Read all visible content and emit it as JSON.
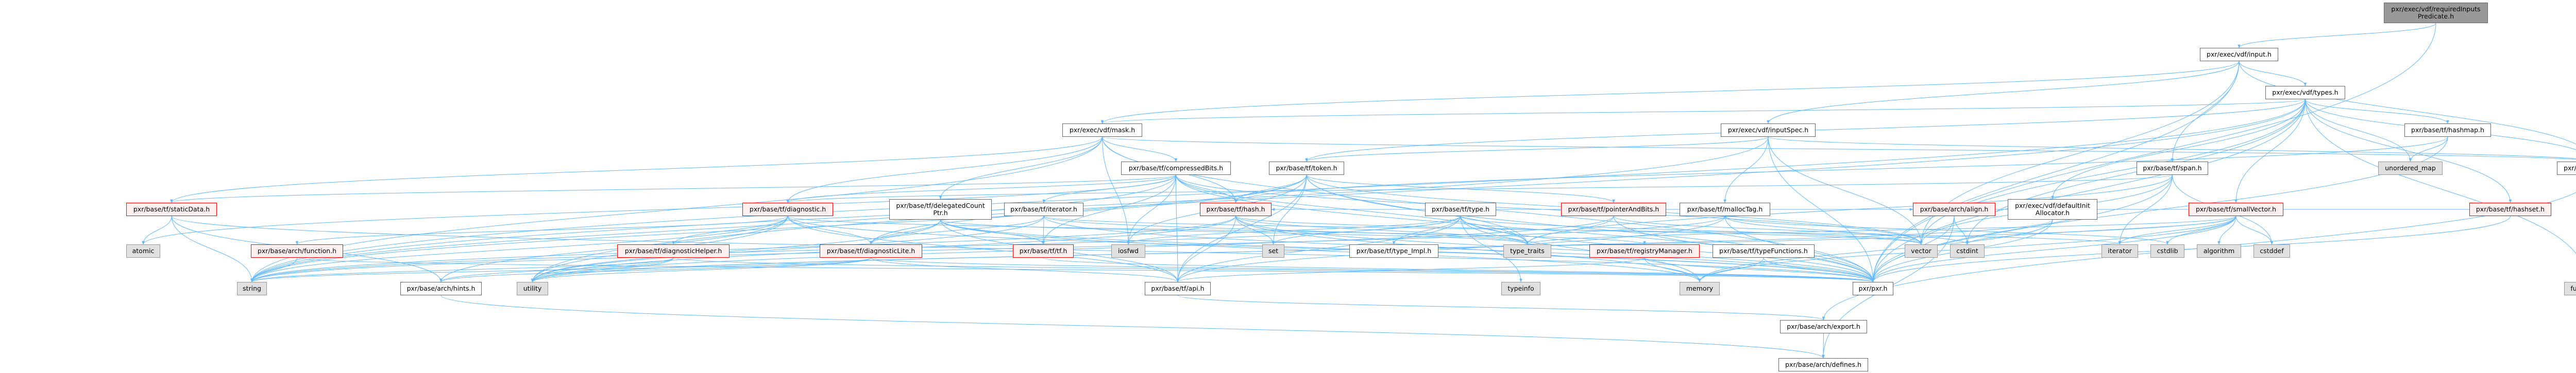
{
  "title": "pxr/exec/vdf/requiredInputsPredicate.h",
  "colors": {
    "edge": "#63b8ff",
    "project_border": "#666666",
    "incomplete_border": "#ff0000",
    "incomplete_fill": "#fff0f0",
    "system_fill": "#e0e0e0",
    "root_fill": "#999999"
  },
  "nodes": [
    {
      "id": "rip",
      "label": "pxr/exec/vdf/requiredInputs\nPredicate.h",
      "kind": "root"
    },
    {
      "id": "input",
      "label": "pxr/exec/vdf/input.h",
      "kind": "plain"
    },
    {
      "id": "types",
      "label": "pxr/exec/vdf/types.h",
      "kind": "plain"
    },
    {
      "id": "mask",
      "label": "pxr/exec/vdf/mask.h",
      "kind": "plain"
    },
    {
      "id": "inputSpec",
      "label": "pxr/exec/vdf/inputSpec.h",
      "kind": "plain"
    },
    {
      "id": "hashmap",
      "label": "pxr/base/tf/hashmap.h",
      "kind": "plain"
    },
    {
      "id": "compressedBits",
      "label": "pxr/base/tf/compressedBits.h",
      "kind": "plain"
    },
    {
      "id": "token",
      "label": "pxr/base/tf/token.h",
      "kind": "plain"
    },
    {
      "id": "span",
      "label": "pxr/base/tf/span.h",
      "kind": "plain"
    },
    {
      "id": "unordered_map",
      "label": "unordered_map",
      "kind": "sys"
    },
    {
      "id": "vdfapi",
      "label": "pxr/exec/vdf/api.h",
      "kind": "plain"
    },
    {
      "id": "staticData",
      "label": "pxr/base/tf/staticData.h",
      "kind": "red"
    },
    {
      "id": "diagnostic",
      "label": "pxr/base/tf/diagnostic.h",
      "kind": "red"
    },
    {
      "id": "delegatedCountPtr",
      "label": "pxr/base/tf/delegatedCount\nPtr.h",
      "kind": "plain"
    },
    {
      "id": "tfiterator",
      "label": "pxr/base/tf/iterator.h",
      "kind": "plain"
    },
    {
      "id": "hash",
      "label": "pxr/base/tf/hash.h",
      "kind": "red"
    },
    {
      "id": "type",
      "label": "pxr/base/tf/type.h",
      "kind": "plain"
    },
    {
      "id": "pointerAndBits",
      "label": "pxr/base/tf/pointerAndBits.h",
      "kind": "red"
    },
    {
      "id": "mallocTag",
      "label": "pxr/base/tf/mallocTag.h",
      "kind": "plain"
    },
    {
      "id": "align",
      "label": "pxr/base/arch/align.h",
      "kind": "red"
    },
    {
      "id": "defaultInit",
      "label": "pxr/exec/vdf/defaultInit\nAllocator.h",
      "kind": "plain"
    },
    {
      "id": "smallVector",
      "label": "pxr/base/tf/smallVector.h",
      "kind": "red"
    },
    {
      "id": "hashset",
      "label": "pxr/base/tf/hashset.h",
      "kind": "red"
    },
    {
      "id": "atomic",
      "label": "atomic",
      "kind": "sys"
    },
    {
      "id": "function",
      "label": "pxr/base/arch/function.h",
      "kind": "red"
    },
    {
      "id": "diagnosticHelper",
      "label": "pxr/base/tf/diagnosticHelper.h",
      "kind": "red"
    },
    {
      "id": "diagnosticLite",
      "label": "pxr/base/tf/diagnosticLite.h",
      "kind": "red"
    },
    {
      "id": "tf",
      "label": "pxr/base/tf/tf.h",
      "kind": "red"
    },
    {
      "id": "iosfwd",
      "label": "iosfwd",
      "kind": "sys"
    },
    {
      "id": "set",
      "label": "set",
      "kind": "sys"
    },
    {
      "id": "typeImpl",
      "label": "pxr/base/tf/type_Impl.h",
      "kind": "plain"
    },
    {
      "id": "type_traits",
      "label": "type_traits",
      "kind": "sys"
    },
    {
      "id": "registryManager",
      "label": "pxr/base/tf/registryManager.h",
      "kind": "red"
    },
    {
      "id": "typeFunctions",
      "label": "pxr/base/tf/typeFunctions.h",
      "kind": "plain"
    },
    {
      "id": "vector",
      "label": "vector",
      "kind": "sys"
    },
    {
      "id": "cstdint",
      "label": "cstdint",
      "kind": "sys"
    },
    {
      "id": "iterator",
      "label": "iterator",
      "kind": "sys"
    },
    {
      "id": "cstdlib",
      "label": "cstdlib",
      "kind": "sys"
    },
    {
      "id": "algorithm",
      "label": "algorithm",
      "kind": "sys"
    },
    {
      "id": "cstddef",
      "label": "cstddef",
      "kind": "sys"
    },
    {
      "id": "string",
      "label": "string",
      "kind": "sys"
    },
    {
      "id": "hints",
      "label": "pxr/base/arch/hints.h",
      "kind": "plain"
    },
    {
      "id": "utility",
      "label": "utility",
      "kind": "sys"
    },
    {
      "id": "tfapi",
      "label": "pxr/base/tf/api.h",
      "kind": "plain"
    },
    {
      "id": "typeinfo",
      "label": "typeinfo",
      "kind": "sys"
    },
    {
      "id": "memory",
      "label": "memory",
      "kind": "sys"
    },
    {
      "id": "pxr",
      "label": "pxr/pxr.h",
      "kind": "plain"
    },
    {
      "id": "functional",
      "label": "functional",
      "kind": "sys"
    },
    {
      "id": "export",
      "label": "pxr/base/arch/export.h",
      "kind": "plain"
    },
    {
      "id": "defines",
      "label": "pxr/base/arch/defines.h",
      "kind": "plain"
    }
  ],
  "edges": [
    [
      "rip",
      "input"
    ],
    [
      "rip",
      "pxr"
    ],
    [
      "input",
      "types"
    ],
    [
      "input",
      "span"
    ],
    [
      "input",
      "mask"
    ],
    [
      "input",
      "inputSpec"
    ],
    [
      "input",
      "vdfapi"
    ],
    [
      "input",
      "pxr"
    ],
    [
      "input",
      "vector"
    ],
    [
      "types",
      "hashmap"
    ],
    [
      "types",
      "unordered_map"
    ],
    [
      "types",
      "vdfapi"
    ],
    [
      "types",
      "hashset"
    ],
    [
      "types",
      "functional"
    ],
    [
      "types",
      "smallVector"
    ],
    [
      "types",
      "defaultInit"
    ],
    [
      "types",
      "vector"
    ],
    [
      "types",
      "pxr"
    ],
    [
      "types",
      "cstdint"
    ],
    [
      "types",
      "token"
    ],
    [
      "types",
      "mask"
    ],
    [
      "types",
      "string"
    ],
    [
      "types",
      "utility"
    ],
    [
      "mask",
      "compressedBits"
    ],
    [
      "mask",
      "iosfwd"
    ],
    [
      "mask",
      "delegatedCountPtr"
    ],
    [
      "mask",
      "diagnostic"
    ],
    [
      "mask",
      "vdfapi"
    ],
    [
      "mask",
      "pxr"
    ],
    [
      "mask",
      "hash"
    ],
    [
      "mask",
      "string"
    ],
    [
      "mask",
      "staticData"
    ],
    [
      "inputSpec",
      "mallocTag"
    ],
    [
      "inputSpec",
      "token"
    ],
    [
      "inputSpec",
      "vdfapi"
    ],
    [
      "inputSpec",
      "pxr"
    ],
    [
      "inputSpec",
      "string"
    ],
    [
      "inputSpec",
      "vector"
    ],
    [
      "hashmap",
      "unordered_map"
    ],
    [
      "hashmap",
      "pxr"
    ],
    [
      "hashmap",
      "hash"
    ],
    [
      "compressedBits",
      "tfiterator"
    ],
    [
      "compressedBits",
      "iosfwd"
    ],
    [
      "compressedBits",
      "hash"
    ],
    [
      "compressedBits",
      "tfapi"
    ],
    [
      "compressedBits",
      "diagnostic"
    ],
    [
      "compressedBits",
      "staticData"
    ],
    [
      "compressedBits",
      "type_traits"
    ],
    [
      "compressedBits",
      "vector"
    ],
    [
      "compressedBits",
      "pxr"
    ],
    [
      "compressedBits",
      "string"
    ],
    [
      "compressedBits",
      "atomic"
    ],
    [
      "compressedBits",
      "tf"
    ],
    [
      "token",
      "hash"
    ],
    [
      "token",
      "set"
    ],
    [
      "token",
      "diagnosticLite"
    ],
    [
      "token",
      "pointerAndBits"
    ],
    [
      "token",
      "type_traits"
    ],
    [
      "token",
      "tfapi"
    ],
    [
      "token",
      "string"
    ],
    [
      "token",
      "vector"
    ],
    [
      "token",
      "iosfwd"
    ],
    [
      "token",
      "pxr"
    ],
    [
      "span",
      "iterator"
    ],
    [
      "span",
      "cstddef"
    ],
    [
      "span",
      "type_traits"
    ],
    [
      "span",
      "diagnostic"
    ],
    [
      "span",
      "pxr"
    ],
    [
      "span",
      "vector"
    ],
    [
      "staticData",
      "atomic"
    ],
    [
      "staticData",
      "string"
    ],
    [
      "staticData",
      "pxr"
    ],
    [
      "staticData",
      "hints"
    ],
    [
      "diagnostic",
      "diagnosticHelper"
    ],
    [
      "diagnostic",
      "diagnosticLite"
    ],
    [
      "diagnostic",
      "string"
    ],
    [
      "diagnostic",
      "hints"
    ],
    [
      "diagnostic",
      "utility"
    ],
    [
      "diagnostic",
      "function"
    ],
    [
      "diagnostic",
      "tfapi"
    ],
    [
      "diagnostic",
      "registryManager"
    ],
    [
      "diagnostic",
      "pxr"
    ],
    [
      "delegatedCountPtr",
      "diagnosticLite"
    ],
    [
      "delegatedCountPtr",
      "tf"
    ],
    [
      "delegatedCountPtr",
      "utility"
    ],
    [
      "delegatedCountPtr",
      "memory"
    ],
    [
      "delegatedCountPtr",
      "type_traits"
    ],
    [
      "delegatedCountPtr",
      "tfapi"
    ],
    [
      "delegatedCountPtr",
      "pxr"
    ],
    [
      "tfiterator",
      "diagnosticLite"
    ],
    [
      "tfiterator",
      "tf"
    ],
    [
      "tfiterator",
      "iterator"
    ],
    [
      "tfiterator",
      "type_traits"
    ],
    [
      "tfiterator",
      "utility"
    ],
    [
      "tfiterator",
      "pxr"
    ],
    [
      "hash",
      "set"
    ],
    [
      "hash",
      "tfapi"
    ],
    [
      "hash",
      "string"
    ],
    [
      "hash",
      "vector"
    ],
    [
      "hash",
      "utility"
    ],
    [
      "hash",
      "type_traits"
    ],
    [
      "hash",
      "pxr"
    ],
    [
      "hash",
      "memory"
    ],
    [
      "type",
      "typeImpl"
    ],
    [
      "type",
      "type_traits"
    ],
    [
      "type",
      "typeinfo"
    ],
    [
      "type",
      "set"
    ],
    [
      "type",
      "vector"
    ],
    [
      "type",
      "string"
    ],
    [
      "type",
      "memory"
    ],
    [
      "type",
      "tfapi"
    ],
    [
      "type",
      "pxr"
    ],
    [
      "type",
      "iosfwd"
    ],
    [
      "pointerAndBits",
      "type_traits"
    ],
    [
      "pointerAndBits",
      "cstdint"
    ],
    [
      "pointerAndBits",
      "utility"
    ],
    [
      "pointerAndBits",
      "pxr"
    ],
    [
      "pointerAndBits",
      "align"
    ],
    [
      "mallocTag",
      "pxr"
    ],
    [
      "mallocTag",
      "vector"
    ],
    [
      "mallocTag",
      "string"
    ],
    [
      "mallocTag",
      "tfapi"
    ],
    [
      "mallocTag",
      "cstdlib"
    ],
    [
      "align",
      "cstdint"
    ],
    [
      "align",
      "pxr"
    ],
    [
      "align",
      "defines"
    ],
    [
      "defaultInit",
      "pxr"
    ],
    [
      "defaultInit",
      "memory"
    ],
    [
      "defaultInit",
      "utility"
    ],
    [
      "smallVector",
      "iterator"
    ],
    [
      "smallVector",
      "cstdlib"
    ],
    [
      "smallVector",
      "algorithm"
    ],
    [
      "smallVector",
      "cstddef"
    ],
    [
      "smallVector",
      "cstdint"
    ],
    [
      "smallVector",
      "memory"
    ],
    [
      "smallVector",
      "utility"
    ],
    [
      "smallVector",
      "type_traits"
    ],
    [
      "smallVector",
      "pxr"
    ],
    [
      "hashset",
      "pxr"
    ],
    [
      "hashset",
      "hash"
    ],
    [
      "function",
      "string"
    ],
    [
      "function",
      "pxr"
    ],
    [
      "diagnosticHelper",
      "string"
    ],
    [
      "diagnosticHelper",
      "pxr"
    ],
    [
      "diagnosticHelper",
      "hints"
    ],
    [
      "diagnosticHelper",
      "utility"
    ],
    [
      "diagnosticLite",
      "tfapi"
    ],
    [
      "diagnosticLite",
      "pxr"
    ],
    [
      "diagnosticLite",
      "hints"
    ],
    [
      "diagnosticLite",
      "utility"
    ],
    [
      "diagnosticLite",
      "string"
    ],
    [
      "tf",
      "pxr"
    ],
    [
      "registryManager",
      "tfapi"
    ],
    [
      "registryManager",
      "pxr"
    ],
    [
      "registryManager",
      "memory"
    ],
    [
      "typeFunctions",
      "memory"
    ],
    [
      "typeFunctions",
      "pxr"
    ],
    [
      "hints",
      "defines"
    ],
    [
      "tfapi",
      "export"
    ],
    [
      "vdfapi",
      "export"
    ],
    [
      "export",
      "defines"
    ]
  ]
}
